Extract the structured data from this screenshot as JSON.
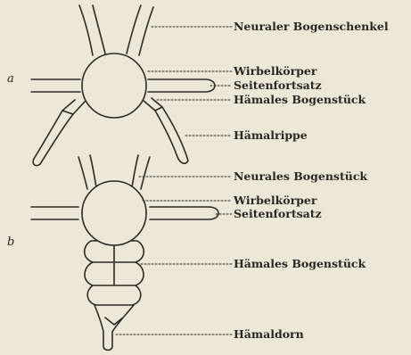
{
  "figure_a": {
    "letter": "a",
    "labels": [
      "Neuraler Bogenschenkel",
      "Wirbelkörper",
      "Seitenfortsatz",
      "Hämales Bogenstück",
      "Hämalrippe"
    ]
  },
  "figure_b": {
    "letter": "b",
    "labels": [
      "Neurales Bogenstück",
      "Wirbelkörper",
      "Seitenfortsatz",
      "Hämales Bogenstück",
      "Hämaldorn"
    ]
  }
}
